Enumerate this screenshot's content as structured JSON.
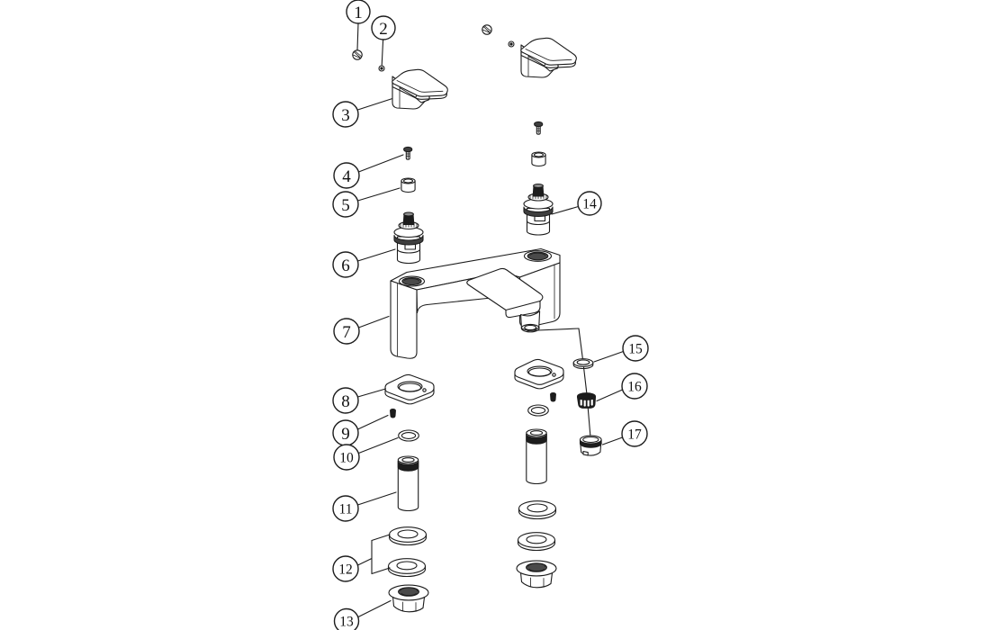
{
  "diagram": {
    "kind": "exploded-parts-diagram",
    "background_color": "#ffffff",
    "line_color": "#1c1c1c",
    "callouts": [
      {
        "label": "1",
        "part": "handle-screw"
      },
      {
        "label": "2",
        "part": "screw-cover-plug"
      },
      {
        "label": "3",
        "part": "handle"
      },
      {
        "label": "4",
        "part": "fixing-screw"
      },
      {
        "label": "5",
        "part": "cartridge-sleeve"
      },
      {
        "label": "6",
        "part": "cartridge"
      },
      {
        "label": "7",
        "part": "tap-body"
      },
      {
        "label": "8",
        "part": "base-flange"
      },
      {
        "label": "9",
        "part": "grub-screw"
      },
      {
        "label": "10",
        "part": "o-ring"
      },
      {
        "label": "11",
        "part": "threaded-shank"
      },
      {
        "label": "12",
        "part": "washer-set"
      },
      {
        "label": "13",
        "part": "mounting-nut"
      },
      {
        "label": "14",
        "part": "cartridge"
      },
      {
        "label": "15",
        "part": "spout-washer"
      },
      {
        "label": "16",
        "part": "flow-straightener"
      },
      {
        "label": "17",
        "part": "aerator"
      }
    ]
  }
}
